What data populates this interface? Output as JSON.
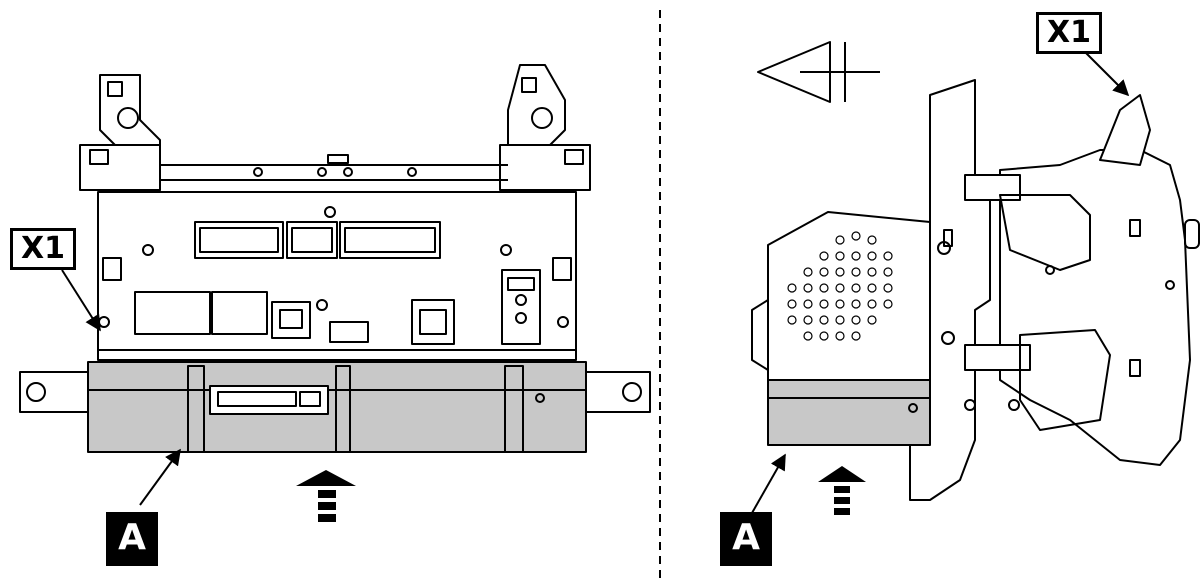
{
  "labels": {
    "left_connector": "X1",
    "left_part": "A",
    "right_connector": "X1",
    "right_part": "A"
  },
  "colors": {
    "line": "#000000",
    "part_fill": "#c8c8c8",
    "background": "#ffffff"
  }
}
